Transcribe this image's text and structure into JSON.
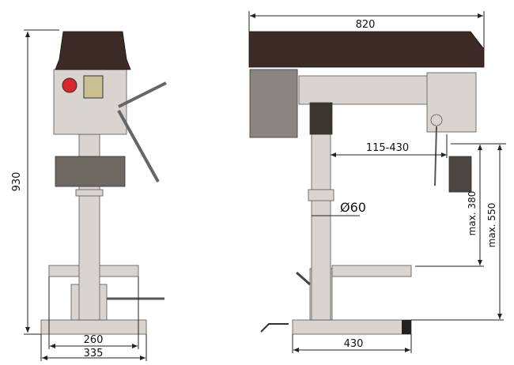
{
  "dimensions": {
    "front_height": "930",
    "front_table_width": "260",
    "front_base_width": "335",
    "side_length": "820",
    "reach": "115-430",
    "column_diameter": "Ø60",
    "spindle_to_table": "max. 380",
    "spindle_to_base": "max. 550",
    "side_base_width": "430"
  },
  "colors": {
    "head": "#3b2a26",
    "body": "#d9d4cf",
    "line": "#222222"
  }
}
